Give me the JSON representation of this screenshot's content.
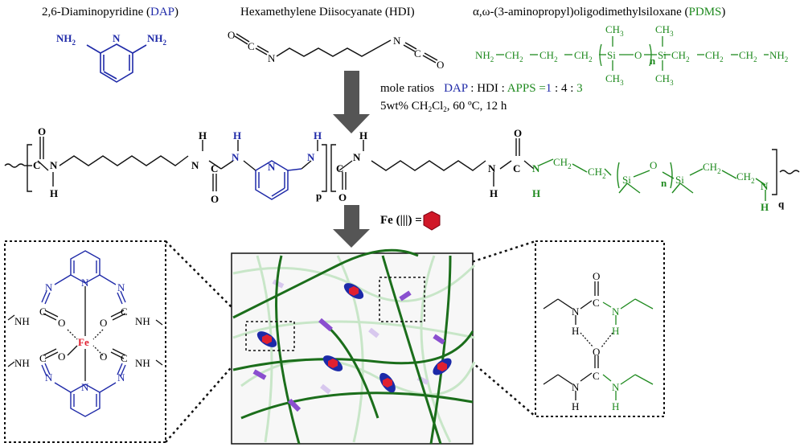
{
  "colors": {
    "dap": "#1f2aa8",
    "pdms": "#1f8a1f",
    "black": "#111111",
    "iron": "#e02030",
    "arrow": "#555555",
    "purple": "#7a3fbf"
  },
  "headers": {
    "dap": {
      "pre": "2,6-Diaminopyridine (",
      "abbr": "DAP",
      "post": ")"
    },
    "hdi": "Hexamethylene Diisocyanate (HDI)",
    "pdms": {
      "pre": "α,ω-(3-aminopropyl)oligodimethylsiloxane (",
      "abbr": "PDMS",
      "post": ")"
    }
  },
  "atoms": {
    "N": "N",
    "O": "O",
    "C": "C",
    "H": "H",
    "NH2": "NH",
    "two": "2",
    "Si": "Si",
    "CH3": "CH",
    "three": "3",
    "CH2": "CH",
    "Fe": "Fe",
    "NH": "NH",
    "n": "n",
    "p": "p",
    "q": "q"
  },
  "conditions": {
    "label": "mole ratios",
    "dap": "DAP",
    "sep1": " : HDI : ",
    "apps": "APPS =",
    "one": "1",
    "mid": " : 4 : ",
    "three": "3",
    "line2_pre": "5wt% CH",
    "line2_sub1": "2",
    "line2_mid": "Cl",
    "line2_sub2": "2",
    "line2_post": ", 60 ºC, 12 h"
  },
  "iron_label": "Fe (|||) ="
}
